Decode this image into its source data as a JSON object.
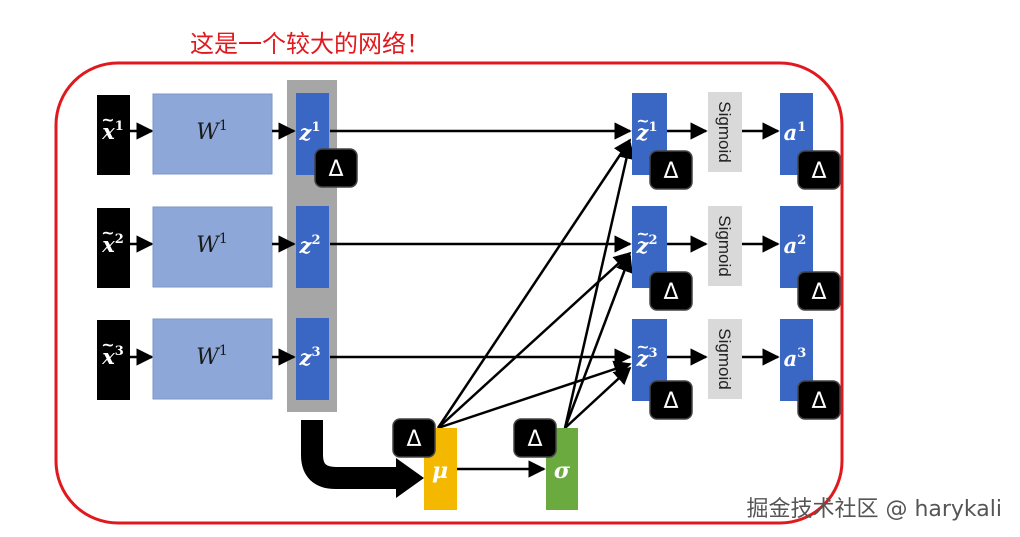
{
  "title": "这是一个较大的网络！",
  "watermark": "掘金技术社区 @ harykali",
  "rows": [
    {
      "input_base": "x",
      "input_sup": "1",
      "weight_base": "W",
      "weight_sup": "1",
      "z_base": "z",
      "z_sup": "1",
      "zt_base": "z",
      "zt_sup": "1",
      "act": "Sigmoid",
      "a_base": "a",
      "a_sup": "1"
    },
    {
      "input_base": "x",
      "input_sup": "2",
      "weight_base": "W",
      "weight_sup": "1",
      "z_base": "z",
      "z_sup": "2",
      "zt_base": "z",
      "zt_sup": "2",
      "act": "Sigmoid",
      "a_base": "a",
      "a_sup": "2"
    },
    {
      "input_base": "x",
      "input_sup": "3",
      "weight_base": "W",
      "weight_sup": "1",
      "z_base": "z",
      "z_sup": "3",
      "zt_base": "z",
      "zt_sup": "3",
      "act": "Sigmoid",
      "a_base": "a",
      "a_sup": "3"
    }
  ],
  "mu_label": "μ",
  "sigma_label": "σ",
  "delta_symbol": "Δ",
  "tilde": "~",
  "colors": {
    "border": "#e0191e",
    "input": "#000000",
    "weight": "#8ea7d9",
    "z_block": "#3a66c4",
    "batch_bg": "#a6a6a6",
    "mu": "#f5b800",
    "sigma": "#6aaa3f",
    "sigmoid": "#d9d9d9",
    "delta": "#000000"
  }
}
